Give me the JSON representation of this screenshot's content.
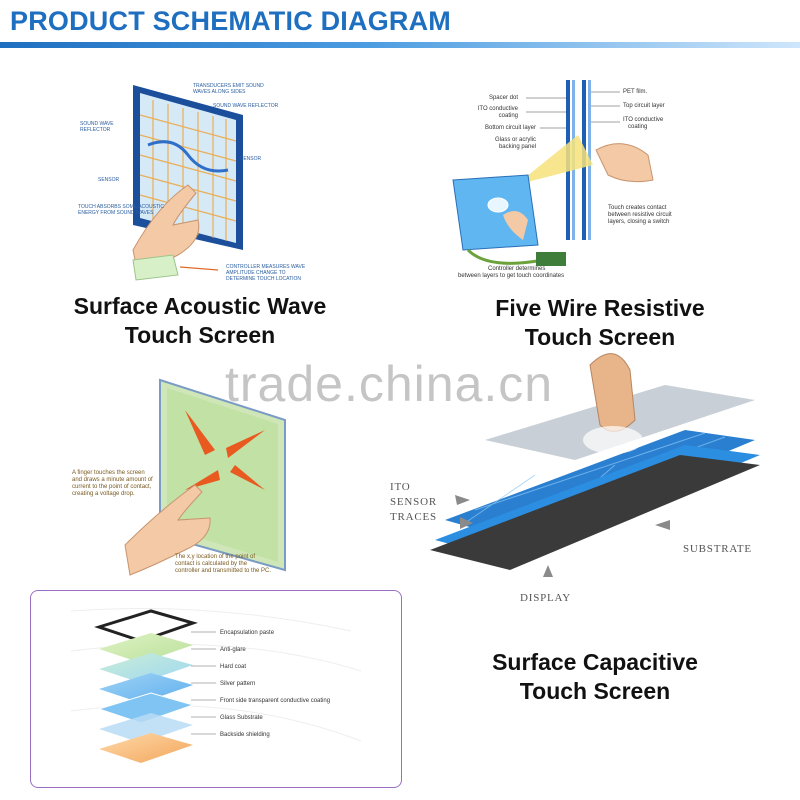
{
  "header": {
    "title": "PRODUCT SCHEMATIC DIAGRAM"
  },
  "watermark": "trade.china.cn",
  "saw": {
    "caption_line1": "Surface Acoustic Wave",
    "caption_line2": "Touch Screen",
    "labels": {
      "transducers": "TRANSDUCERS EMIT SOUND",
      "transducers2": "WAVES ALONG SIDES",
      "reflector": "SOUND WAVE REFLECTOR",
      "sw_reflector": "SOUND WAVE",
      "sw_reflector2": "REFLECTOR",
      "sensor_right": "SENSOR",
      "sensor_left": "SENSOR",
      "touch_absorbs": "TOUCH ABSORBS SOME ACOUSTIC",
      "touch_absorbs2": "ENERGY FROM SOUND WAVES",
      "controller": "CONTROLLER MEASURES WAVE",
      "controller2": "AMPLITUDE CHANGE TO",
      "controller3": "DETERMINE TOUCH LOCATION"
    }
  },
  "fwr": {
    "caption_line1": "Five Wire Resistive",
    "caption_line2": "Touch Screen",
    "labels": {
      "spacer": "Spacer dot",
      "ito1": "ITO conductive",
      "ito1b": "coating",
      "bottom": "Bottom circuit layer",
      "glass": "Glass or acrylic",
      "glassb": "backing panel",
      "pet": "PET film.",
      "top": "Top circuit layer",
      "ito2": "ITO conductive",
      "ito2b": "coating",
      "contact1": "Touch creates contact",
      "contact2": "between resistive circuit",
      "contact3": "layers, closing a switch",
      "ctrl1": "Controller determines",
      "ctrl2": "between layers to get touch coordinates"
    }
  },
  "cap": {
    "finger1": "A finger touches the screen",
    "finger2": "and draws a minute amount of",
    "finger3": "current to the point of contact,",
    "finger4": "creating a voltage drop.",
    "xy1": "The x,y location of the point of",
    "xy2": "contact is calculated by the",
    "xy3": "controller and transmitted to the PC."
  },
  "scap": {
    "caption_line1": "Surface Capacitive",
    "caption_line2": "Touch Screen",
    "ito": "ITO",
    "sensor": "SENSOR",
    "traces": "TRACES",
    "substrate": "SUBSTRATE",
    "display": "DISPLAY"
  },
  "layers": [
    "Encapsulation paste",
    "Anti-glare",
    "Hard coat",
    "Silver pattern",
    "Front side transparent conductive coating",
    "Glass Substrate",
    "Backside shielding"
  ]
}
